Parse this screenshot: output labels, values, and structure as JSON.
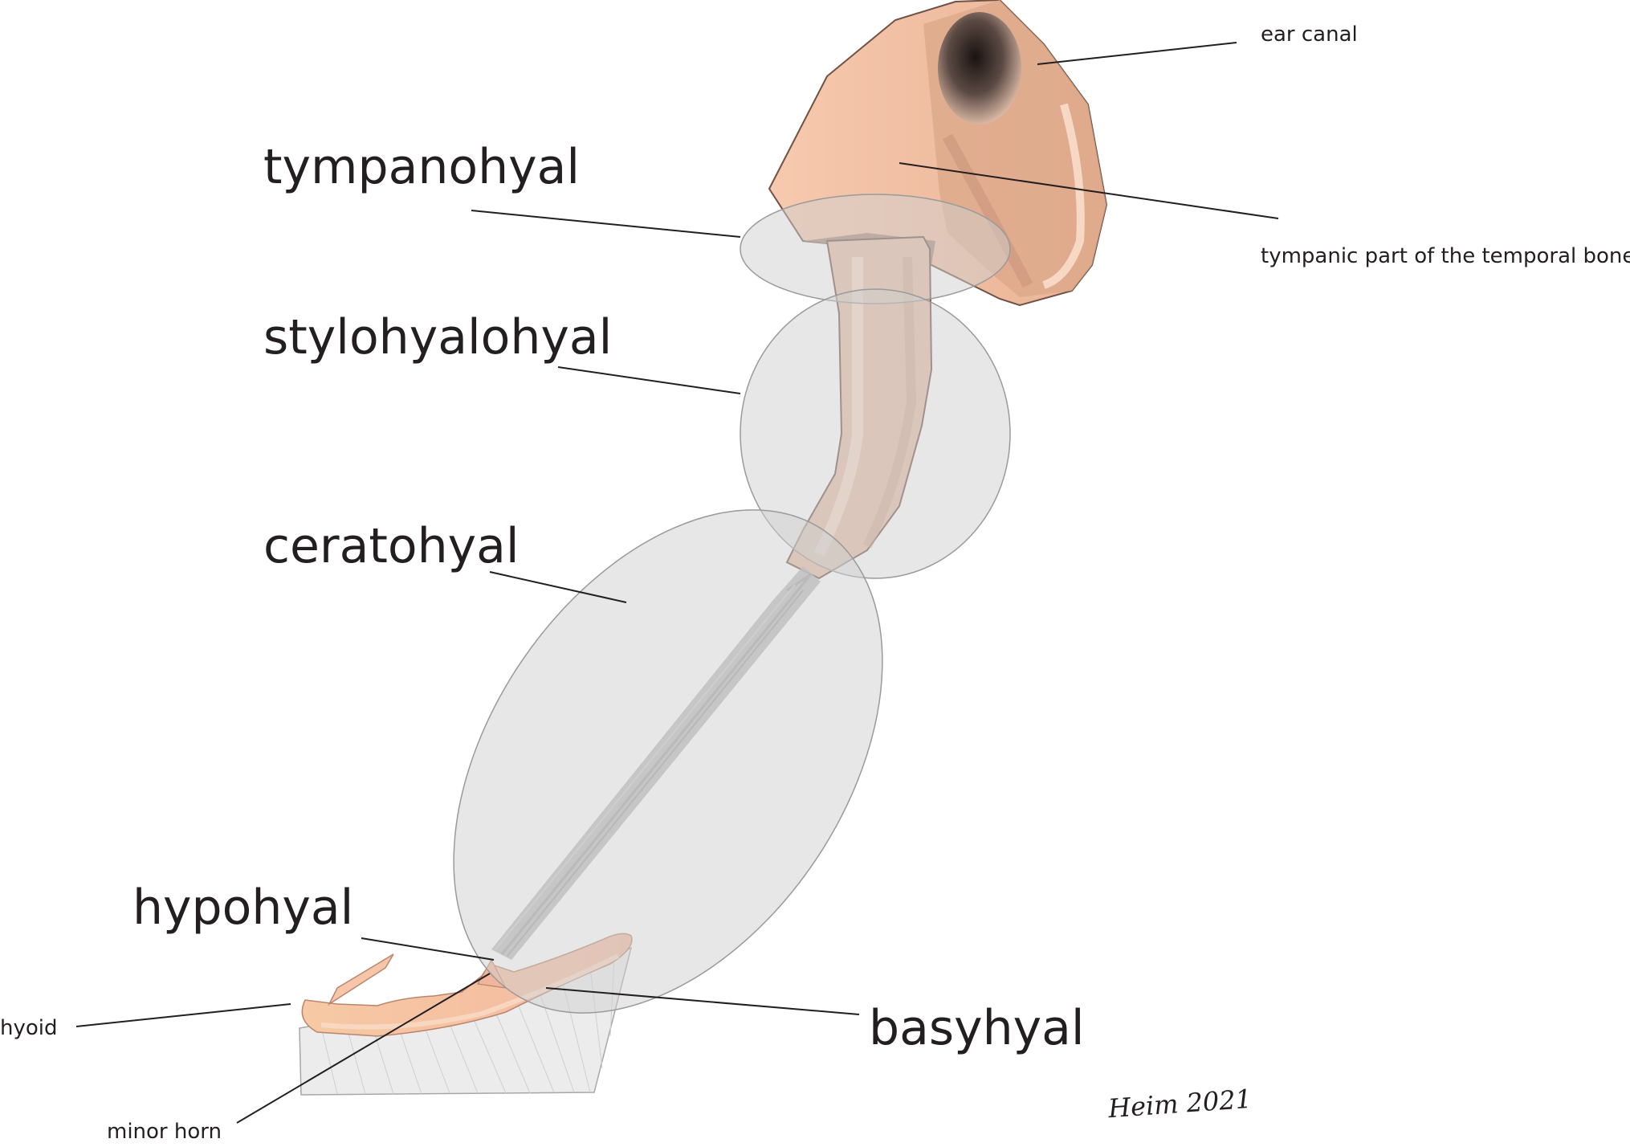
{
  "labels": {
    "tympanohyal": "tympanohyal",
    "stylohyalohyal": "stylohyalohyal",
    "ceratohyal": "ceratohyal",
    "hypohyal": "hypohyal",
    "basyhyal": "basyhyal",
    "ear_canal": "ear canal",
    "tympanic_part": "tympanic part of the temporal bone",
    "hyoid": "hyoid",
    "minor_horn": "minor horn"
  },
  "signature": "Heim 2021",
  "colors": {
    "bone": "#f6c9b0",
    "bone_shadow": "#d9a88c",
    "ligament_region": "#d9d9d9",
    "label_text": "#231f20"
  }
}
